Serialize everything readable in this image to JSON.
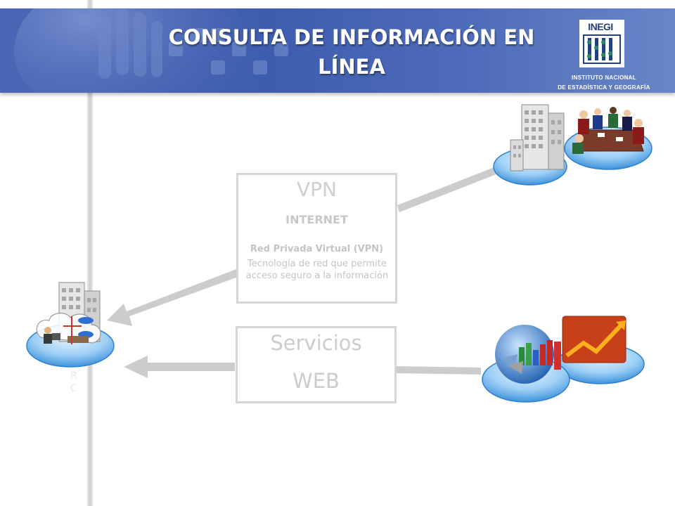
{
  "header": {
    "title_line1": "CONSULTA DE INFORMACIÓN EN",
    "title_line2": "LÍNEA",
    "logo_acronym": "INEGI",
    "logo_line1": "INSTITUTO NACIONAL",
    "logo_line2": "DE ESTADÍSTICA Y GEOGRAFÍA",
    "banner_color": "#4a66b4"
  },
  "vpn_box": {
    "title": "VPN",
    "subtitle": "INTERNET",
    "name": "Red Privada Virtual (VPN)",
    "description": "Tecnología de red que permite acceso seguro a la información"
  },
  "web_box": {
    "line1": "Servicios",
    "line2": "WEB"
  },
  "left_node": {
    "partial_text": "R\nC"
  },
  "icons": {
    "left_node": "data-center-network-icon",
    "top_right": "office-building-meeting-icon",
    "bottom_right": "statistics-charts-icon"
  },
  "colors": {
    "arrow": "#cccccc",
    "box_border": "#d6d6d6",
    "platform": "#4aa0e0"
  }
}
